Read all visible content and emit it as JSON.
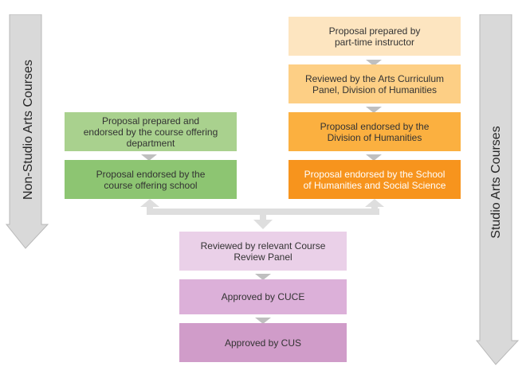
{
  "left_lane": {
    "label": "Non-Studio Arts Courses",
    "steps": [
      {
        "text": "Proposal prepared and\nendorsed by the course offering\ndepartment",
        "fill": "#a9d18e",
        "color": "#333333"
      },
      {
        "text": "Proposal endorsed by the\ncourse offering school",
        "fill": "#8dc572",
        "color": "#333333"
      }
    ]
  },
  "right_lane": {
    "label": "Studio Arts Courses",
    "steps": [
      {
        "text": "Proposal prepared by\npart-time instructor",
        "fill": "#fde5c0",
        "color": "#333333"
      },
      {
        "text": "Reviewed by the Arts Curriculum\nPanel, Division of Humanities",
        "fill": "#fdcf85",
        "color": "#333333"
      },
      {
        "text": "Proposal endorsed by the\nDivision of Humanities",
        "fill": "#fbb040",
        "color": "#333333"
      },
      {
        "text": "Proposal endorsed by the School\nof Humanities and Social Science",
        "fill": "#f7941d",
        "color": "#ffffff"
      }
    ]
  },
  "common_steps": [
    {
      "text": "Reviewed by relevant Course\nReview Panel",
      "fill": "#ead0e8",
      "color": "#333333"
    },
    {
      "text": "Approved by CUCE",
      "fill": "#dcb0d9",
      "color": "#333333"
    },
    {
      "text": "Approved by CUS",
      "fill": "#d09cc9",
      "color": "#333333"
    }
  ],
  "colors": {
    "connector": "#dedede",
    "connector_edge": "#c8c8c8",
    "side_arrow": "#d9d9d9",
    "side_arrow_edge": "#b8b8b8"
  }
}
